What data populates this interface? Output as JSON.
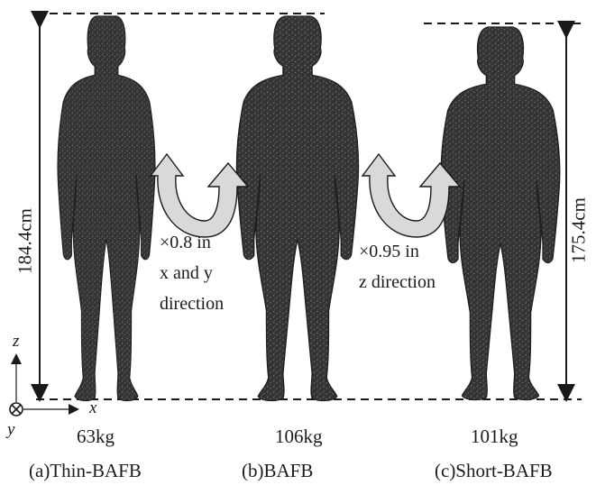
{
  "figures": [
    {
      "id": "a",
      "mass": "63kg",
      "caption": "(a)Thin-BAFB"
    },
    {
      "id": "b",
      "mass": "106kg",
      "caption": "(b)BAFB"
    },
    {
      "id": "c",
      "mass": "101kg",
      "caption": "(c)Short-BAFB"
    }
  ],
  "heights": {
    "left": "184.4cm",
    "right": "175.4cm"
  },
  "transforms": {
    "ab": [
      "×0.8 in",
      "x and y",
      "direction"
    ],
    "bc": [
      "×0.95 in",
      "z direction"
    ]
  },
  "axes": {
    "z": "z",
    "x": "x",
    "y": "y"
  },
  "colors": {
    "body": "#2b2b2b",
    "arrow_fill": "#d9d9d9",
    "line": "#1a1a1a"
  }
}
